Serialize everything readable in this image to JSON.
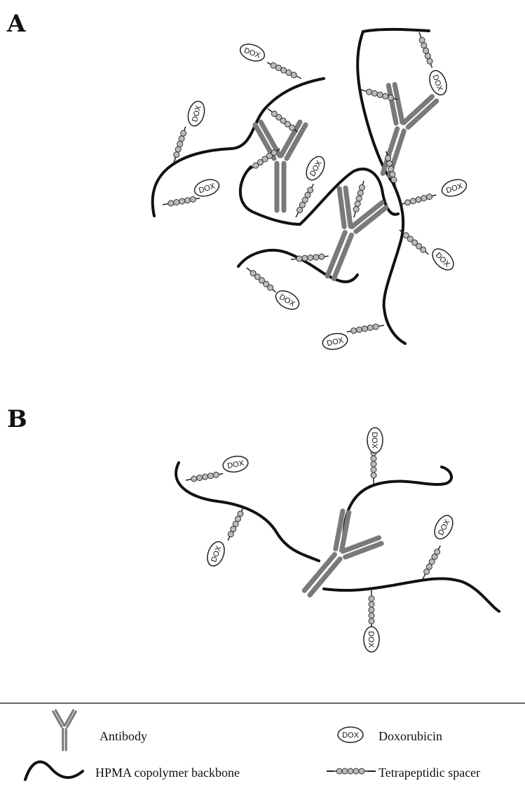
{
  "panels": {
    "a": "A",
    "b": "B"
  },
  "dox_label": "DOX",
  "legend": {
    "antibody": "Antibody",
    "backbone": "HPMA copolymer backbone",
    "doxorubicin": "Doxorubicin",
    "spacer": "Tetrapeptidic spacer"
  },
  "colors": {
    "backbone": "#111111",
    "antibody": "#7a7a7a",
    "spacer": "#8a8a8a"
  }
}
